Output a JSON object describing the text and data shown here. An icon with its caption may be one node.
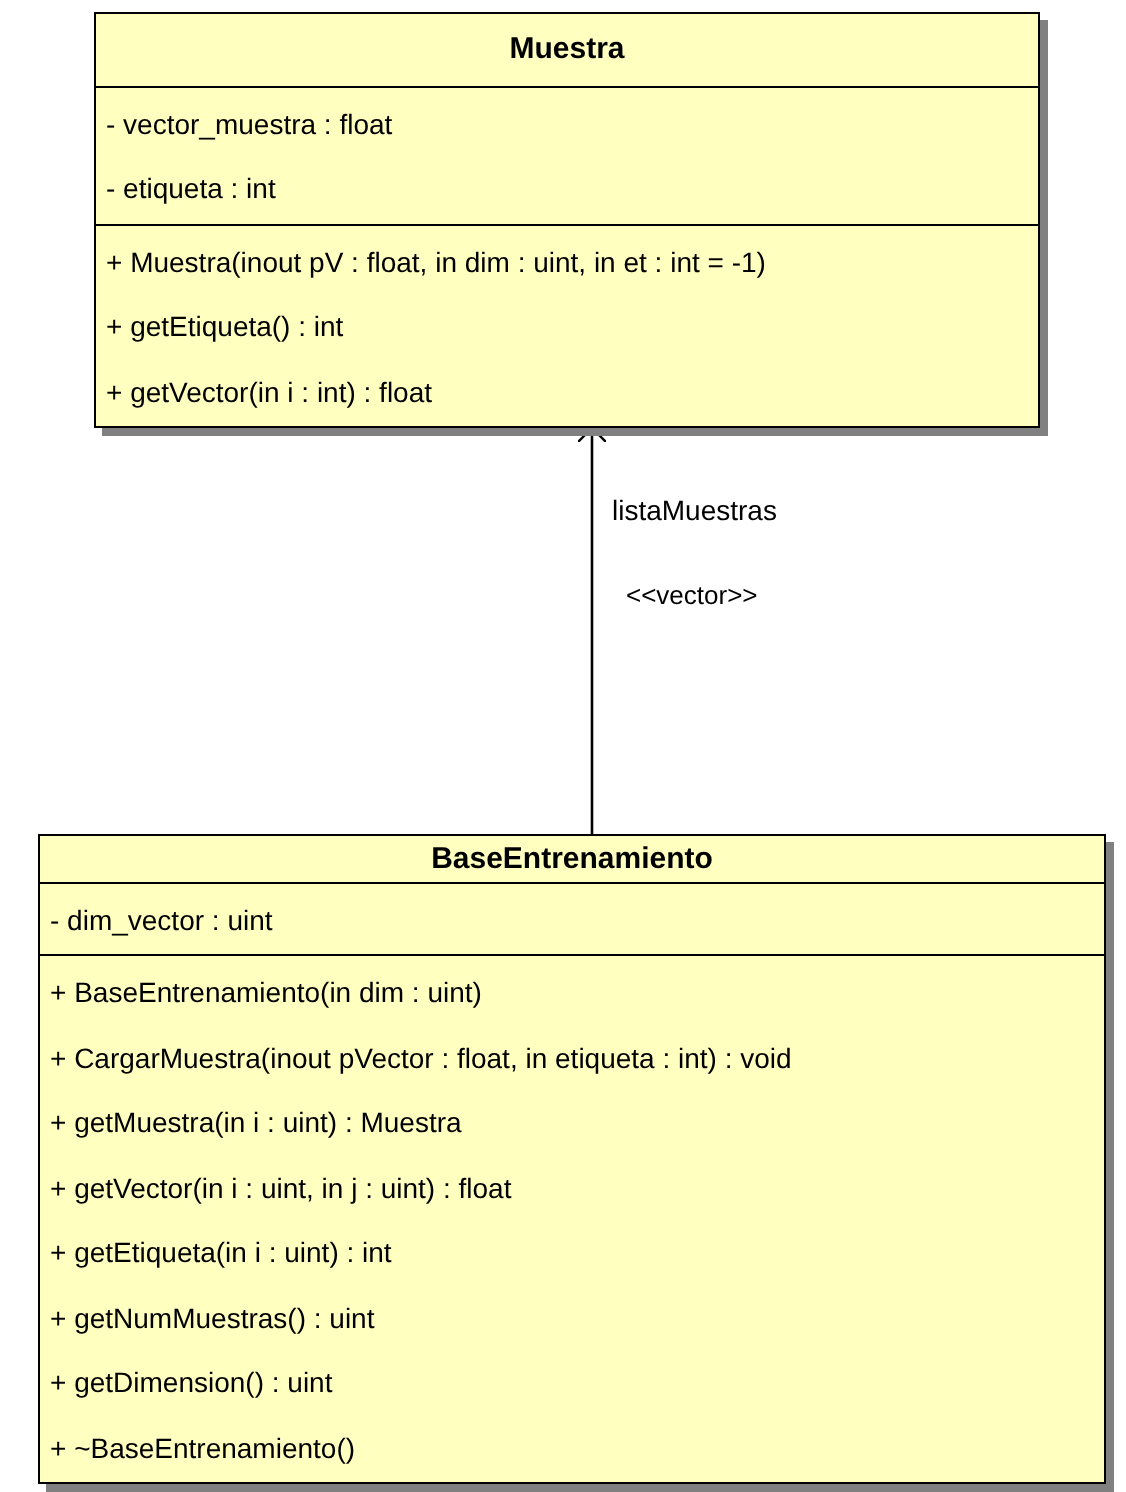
{
  "diagram": {
    "nodes": [
      {
        "text": [
          "Muestra"
        ]
      },
      {
        "text": [
          "- vector_muestra : float",
          "- etiqueta : int"
        ],
        "in": 0
      },
      {
        "text": [
          "+ Muestra(inout pV : float, in dim : uint, in et : int = -1)",
          "+ getEtiqueta() : int",
          "+ getVector(in i : int) : float"
        ],
        "in": 0
      },
      {
        "text": [
          "BaseEntrenamiento"
        ]
      },
      {
        "text": [
          "- dim_vector : uint"
        ],
        "in": 3
      },
      {
        "text": [
          "+ BaseEntrenamiento(in dim : uint)",
          "+ CargarMuestra(inout pVector : float, in etiqueta : int) : void",
          "+ getMuestra(in i : uint) : Muestra",
          "+ getVector(in i : uint, in j : uint) : float",
          "+ getEtiqueta(in i : uint) : int",
          "+ getNumMuestras() : uint",
          "+ getDimension() : uint",
          "+ ~BaseEntrenamiento()"
        ],
        "in": 3
      }
    ],
    "edges": [
      {
        "from": 3,
        "to": 0,
        "arrow": "to",
        "label": "listaMuestras"
      }
    ],
    "labels": [
      "<<vector>>"
    ]
  }
}
